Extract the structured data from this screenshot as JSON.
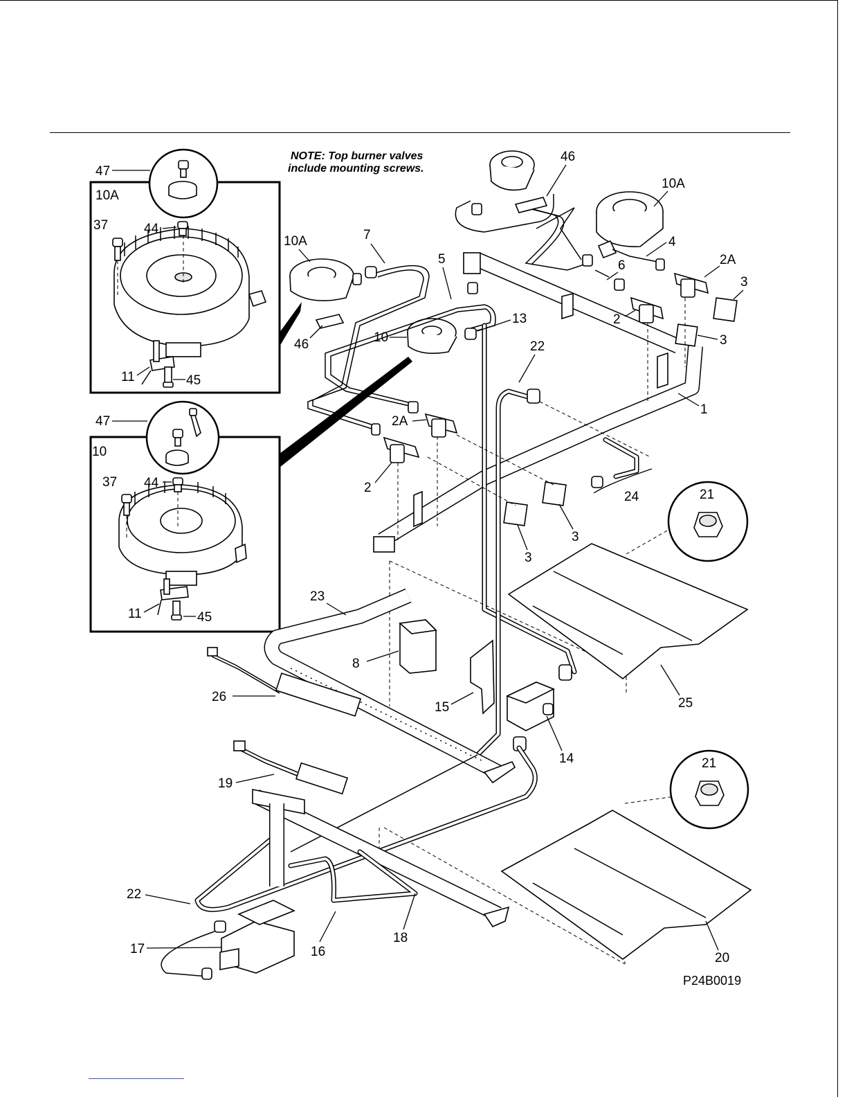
{
  "note": {
    "line1": "NOTE: Top burner valves",
    "line2": "include mounting screws."
  },
  "diagram_ref": "P24B0019",
  "insets": {
    "top": {
      "label": "10A"
    },
    "bottom": {
      "label": "10"
    }
  },
  "callouts": {
    "c1": "1",
    "c2a": "2",
    "c2b": "2",
    "c2Aa": "2A",
    "c2Ab": "2A",
    "c3a": "3",
    "c3b": "3",
    "c3c": "3",
    "c3d": "3",
    "c4": "4",
    "c5": "5",
    "c6": "6",
    "c7": "7",
    "c8": "8",
    "c10": "10",
    "c10Aa": "10A",
    "c10Ab": "10A",
    "c11a": "11",
    "c11b": "11",
    "c13": "13",
    "c14": "14",
    "c15": "15",
    "c16": "16",
    "c17": "17",
    "c18": "18",
    "c19": "19",
    "c20": "20",
    "c21a": "21",
    "c21b": "21",
    "c22a": "22",
    "c22b": "22",
    "c23": "23",
    "c24": "24",
    "c25": "25",
    "c26": "26",
    "c37a": "37",
    "c37b": "37",
    "c44a": "44",
    "c44b": "44",
    "c45a": "45",
    "c45b": "45",
    "c46a": "46",
    "c46b": "46",
    "c47a": "47",
    "c47b": "47"
  }
}
